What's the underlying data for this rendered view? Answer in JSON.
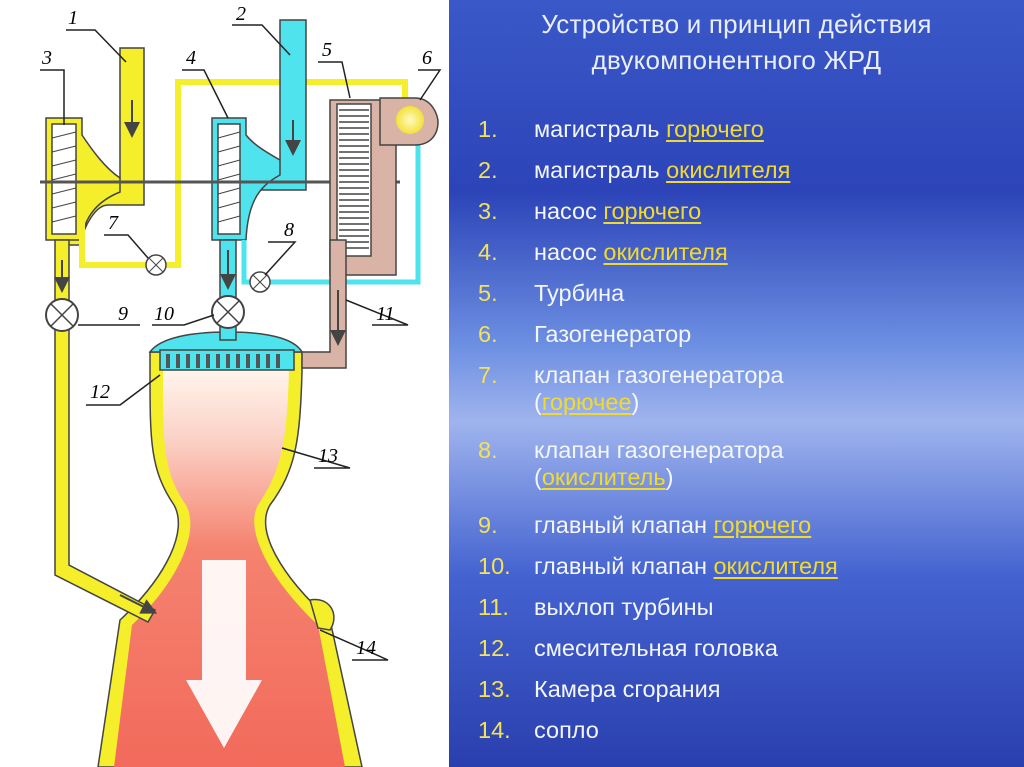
{
  "title": {
    "line1": "Устройство и принцип действия",
    "line2": "двукомпонентного ЖРД"
  },
  "diagram_labels": [
    "1",
    "2",
    "3",
    "4",
    "5",
    "6",
    "7",
    "8",
    "9",
    "10",
    "11",
    "12",
    "13",
    "14"
  ],
  "legend": [
    {
      "num": "1.",
      "a": "магистраль ",
      "hl": "горючего"
    },
    {
      "num": "2.",
      "a": "магистраль ",
      "hl": "окислителя"
    },
    {
      "num": "3.",
      "a": "насос ",
      "hl": "горючего"
    },
    {
      "num": "4.",
      "a": "насос ",
      "hl": "окислителя"
    },
    {
      "num": "5.",
      "a": "Турбина"
    },
    {
      "num": "6.",
      "a": "Газогенератор"
    },
    {
      "num": "7.",
      "a": "клапан газогенератора",
      "b": "(",
      "hl": "горючее",
      "c": ")"
    },
    {
      "num": "8.",
      "a": "клапан газогенератора",
      "b": "(",
      "hl": "окислитель",
      "c": ")"
    },
    {
      "num": "9.",
      "a": "главный клапан ",
      "hl": "горючего"
    },
    {
      "num": "10.",
      "a": "главный клапан ",
      "hl": "окислителя"
    },
    {
      "num": "11.",
      "a": "выхлоп турбины"
    },
    {
      "num": "12.",
      "a": "смесительная головка"
    },
    {
      "num": "13.",
      "a": "Камера сгорания"
    },
    {
      "num": "14.",
      "a": "сопло"
    }
  ],
  "colors": {
    "fuel": "#f5ee2a",
    "oxidizer": "#4fe3ee",
    "exhaust": "#d9b3a6",
    "flame": "#f2604f",
    "accent": "#f1da2e"
  }
}
